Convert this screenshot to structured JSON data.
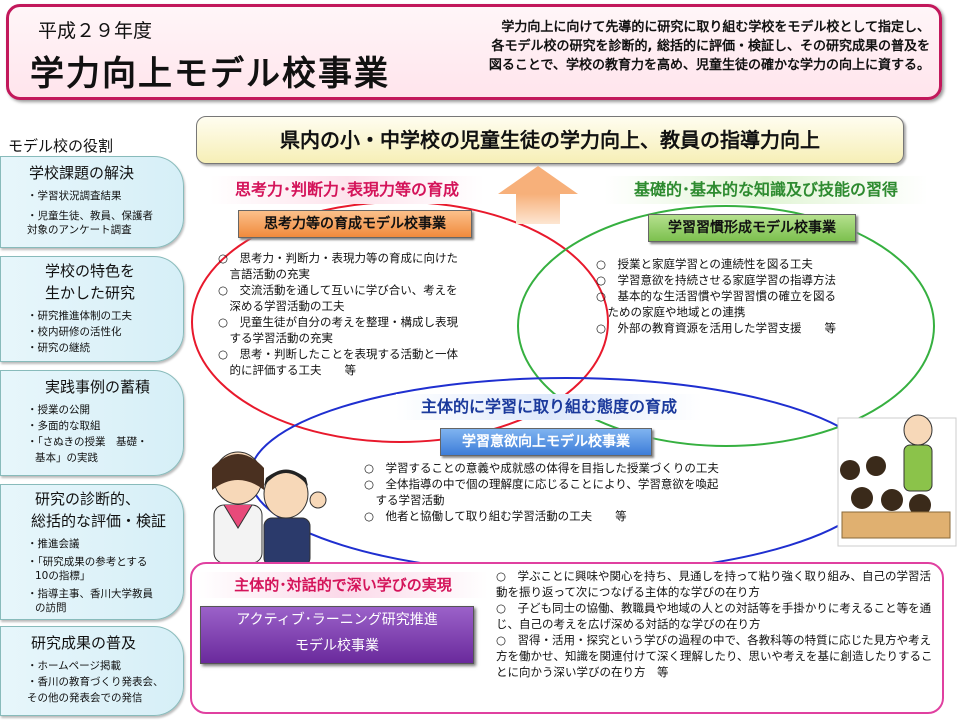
{
  "header": {
    "fiscal_year": "平成２９年度",
    "title": "学力向上モデル校事業",
    "purpose": [
      "学力向上に向けて先導的に研究に取り組む学校をモデル校として指定し、",
      "各モデル校の研究を診断的, 総括的に評価・検証し、その研究成果の普及を",
      "図ることで、学校の教育力を高め、児童生徒の確かな学力の向上に資する。"
    ]
  },
  "goal": "県内の小・中学校の児童生徒の学力向上、教員の指導力向上",
  "sidebar": {
    "title": "モデル校の役割",
    "sections": [
      {
        "title_lines": [
          "学校課題の解決"
        ],
        "items": [
          "・学習状況調査結果",
          "・児童生徒、教員、保護者",
          "対象のアンケート調査"
        ]
      },
      {
        "title_lines": [
          "学校の特色を",
          "生かした研究"
        ],
        "items": [
          "・研究推進体制の工夫",
          "・校内研修の活性化",
          "・研究の継続"
        ]
      },
      {
        "title_lines": [
          "実践事例の蓄積"
        ],
        "items": [
          "・授業の公開",
          "・多面的な取組",
          "・「さぬきの授業　基礎・",
          "基本」の実践"
        ]
      },
      {
        "title_lines": [
          "研究の診断的、",
          "総括的な評価・検証"
        ],
        "items": [
          "・推進会議",
          "・「研究成果の参考とする",
          "10の指標」",
          "・指導主事、香川大学教員",
          "の訪問"
        ]
      },
      {
        "title_lines": [
          "研究成果の普及"
        ],
        "items": [
          "・ホームページ掲載",
          "・香川の教育づくり発表会、",
          "その他の発表会での発信"
        ]
      }
    ]
  },
  "thinking": {
    "heading": "思考力･判断力･表現力等の育成",
    "project": "思考力等の育成モデル校事業",
    "items": [
      "○　思考力・判断力・表現力等の育成に向けた",
      "　言語活動の充実",
      "○　交流活動を通して互いに学び合い、考えを",
      "　深める学習活動の工夫",
      "○　児童生徒が自分の考えを整理・構成し表現",
      "　する学習活動の充実",
      "○　思考・判断したことを表現する活動と一体",
      "　的に評価する工夫　　等"
    ]
  },
  "basic": {
    "heading": "基礎的･基本的な知識及び技能の習得",
    "project": "学習習慣形成モデル校事業",
    "items": [
      "○　授業と家庭学習との連続性を図る工夫",
      "○　学習意欲を持続させる家庭学習の指導方法",
      "○　基本的な生活習慣や学習習慣の確立を図る",
      "　ための家庭や地域との連携",
      "○　外部の教育資源を活用した学習支援　　等"
    ]
  },
  "motivation": {
    "heading": "主体的に学習に取り組む態度の育成",
    "project": "学習意欲向上モデル校事業",
    "items": [
      "○　学習することの意義や成就感の体得を目指した授業づくりの工夫",
      "○　全体指導の中で個の理解度に応じることにより、学習意欲を喚起",
      "　する学習活動",
      "○　他者と協働して取り組む学習活動の工夫　　等"
    ]
  },
  "active": {
    "heading": "主体的･対話的で深い学びの実現",
    "project_lines": [
      "アクティブ･ラーニング研究推進",
      "モデル校事業"
    ],
    "items": [
      "○　学ぶことに興味や関心を持ち、見通しを持って粘り強く取り組み、自己の学習活動を振り返って次につなげる主体的な学びの在り方",
      "○　子ども同士の協働、教職員や地域の人との対話等を手掛かりに考えること等を通じ、自己の考えを広げ深める対話的な学びの在り方",
      "○　習得・活用・探究という学びの過程の中で、各教科等の特質に応じた見方や考え方を働かせ、知識を関連付けて深く理解したり、思いや考えを基に創造したりすることに向かう深い学びの在り方　等"
    ]
  },
  "colors": {
    "red_circle": "#e8192c",
    "green_circle": "#36b040",
    "blue_circle": "#1f2fd0",
    "pink_border": "#e040a0",
    "header_border": "#c2185b"
  }
}
